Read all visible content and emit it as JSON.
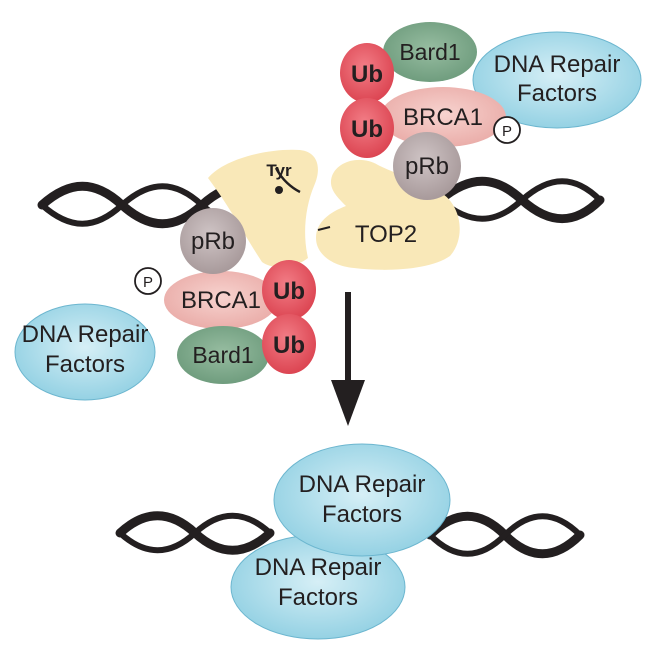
{
  "labels": {
    "tyr": "Tyr",
    "top2": "TOP2",
    "p": "P",
    "ub": "Ub",
    "prb": "pRb",
    "brca1": "BRCA1",
    "bard1": "Bard1",
    "repair_line1": "DNA Repair",
    "repair_line2": "Factors"
  },
  "colors": {
    "dna": "#231f20",
    "top2": "#f9e8b8",
    "repair": "#a8d8e6",
    "repair_stroke": "#6cb6cf",
    "ub": "#e8545e",
    "prb": "#b9abac",
    "brca1": "#f1bfbb",
    "bard1": "#7fab8d"
  }
}
